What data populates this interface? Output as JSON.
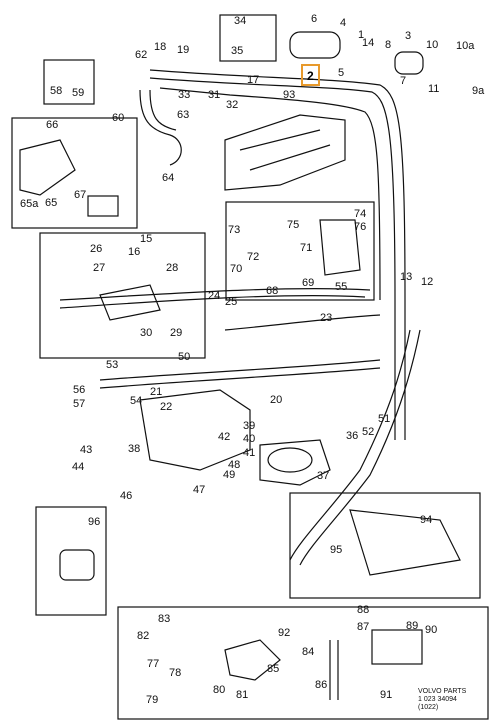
{
  "highlighted_part": "2",
  "footer": {
    "brand": "VOLVO PARTS",
    "code1": "1 023 34094",
    "code2": "(1022)"
  },
  "labels": {
    "l34": "34",
    "l6": "6",
    "l35": "35",
    "l4": "4",
    "l1": "1",
    "l3": "3",
    "l10": "10",
    "l10a": "10a",
    "l14": "14",
    "l8": "8",
    "l5": "5",
    "l7": "7",
    "l11": "11",
    "l9a": "9a",
    "l62": "62",
    "l18": "18",
    "l19": "19",
    "l17": "17",
    "l58": "58",
    "l59": "59",
    "l33": "33",
    "l31": "31",
    "l32": "32",
    "l93": "93",
    "l60": "60",
    "l63": "63",
    "l66": "66",
    "l64": "64",
    "l67": "67",
    "l65a": "65a",
    "l65": "65",
    "l75": "75",
    "l74": "74",
    "l76": "76",
    "l73": "73",
    "l71": "71",
    "l72": "72",
    "l70": "70",
    "l68": "68",
    "l69": "69",
    "l55": "55",
    "l13": "13",
    "l12": "12",
    "l26": "26",
    "l15": "15",
    "l16": "16",
    "l27": "27",
    "l28": "28",
    "l25": "25",
    "l24": "24",
    "l23": "23",
    "l30": "30",
    "l29": "29",
    "l50": "50",
    "l53": "53",
    "l56": "56",
    "l57": "57",
    "l21": "21",
    "l54": "54",
    "l22": "22",
    "l20": "20",
    "l51": "51",
    "l52": "52",
    "l42": "42",
    "l36": "36",
    "l38": "38",
    "l39": "39",
    "l40": "40",
    "l41": "41",
    "l43": "43",
    "l44": "44",
    "l48": "48",
    "l49": "49",
    "l47": "47",
    "l46": "46",
    "l37": "37",
    "l96": "96",
    "l94": "94",
    "l95": "95",
    "l88": "88",
    "l83": "83",
    "l89": "89",
    "l90": "90",
    "l87": "87",
    "l82": "82",
    "l92": "92",
    "l84": "84",
    "l77": "77",
    "l78": "78",
    "l85": "85",
    "l86": "86",
    "l79": "79",
    "l80": "80",
    "l81": "81",
    "l91": "91"
  }
}
